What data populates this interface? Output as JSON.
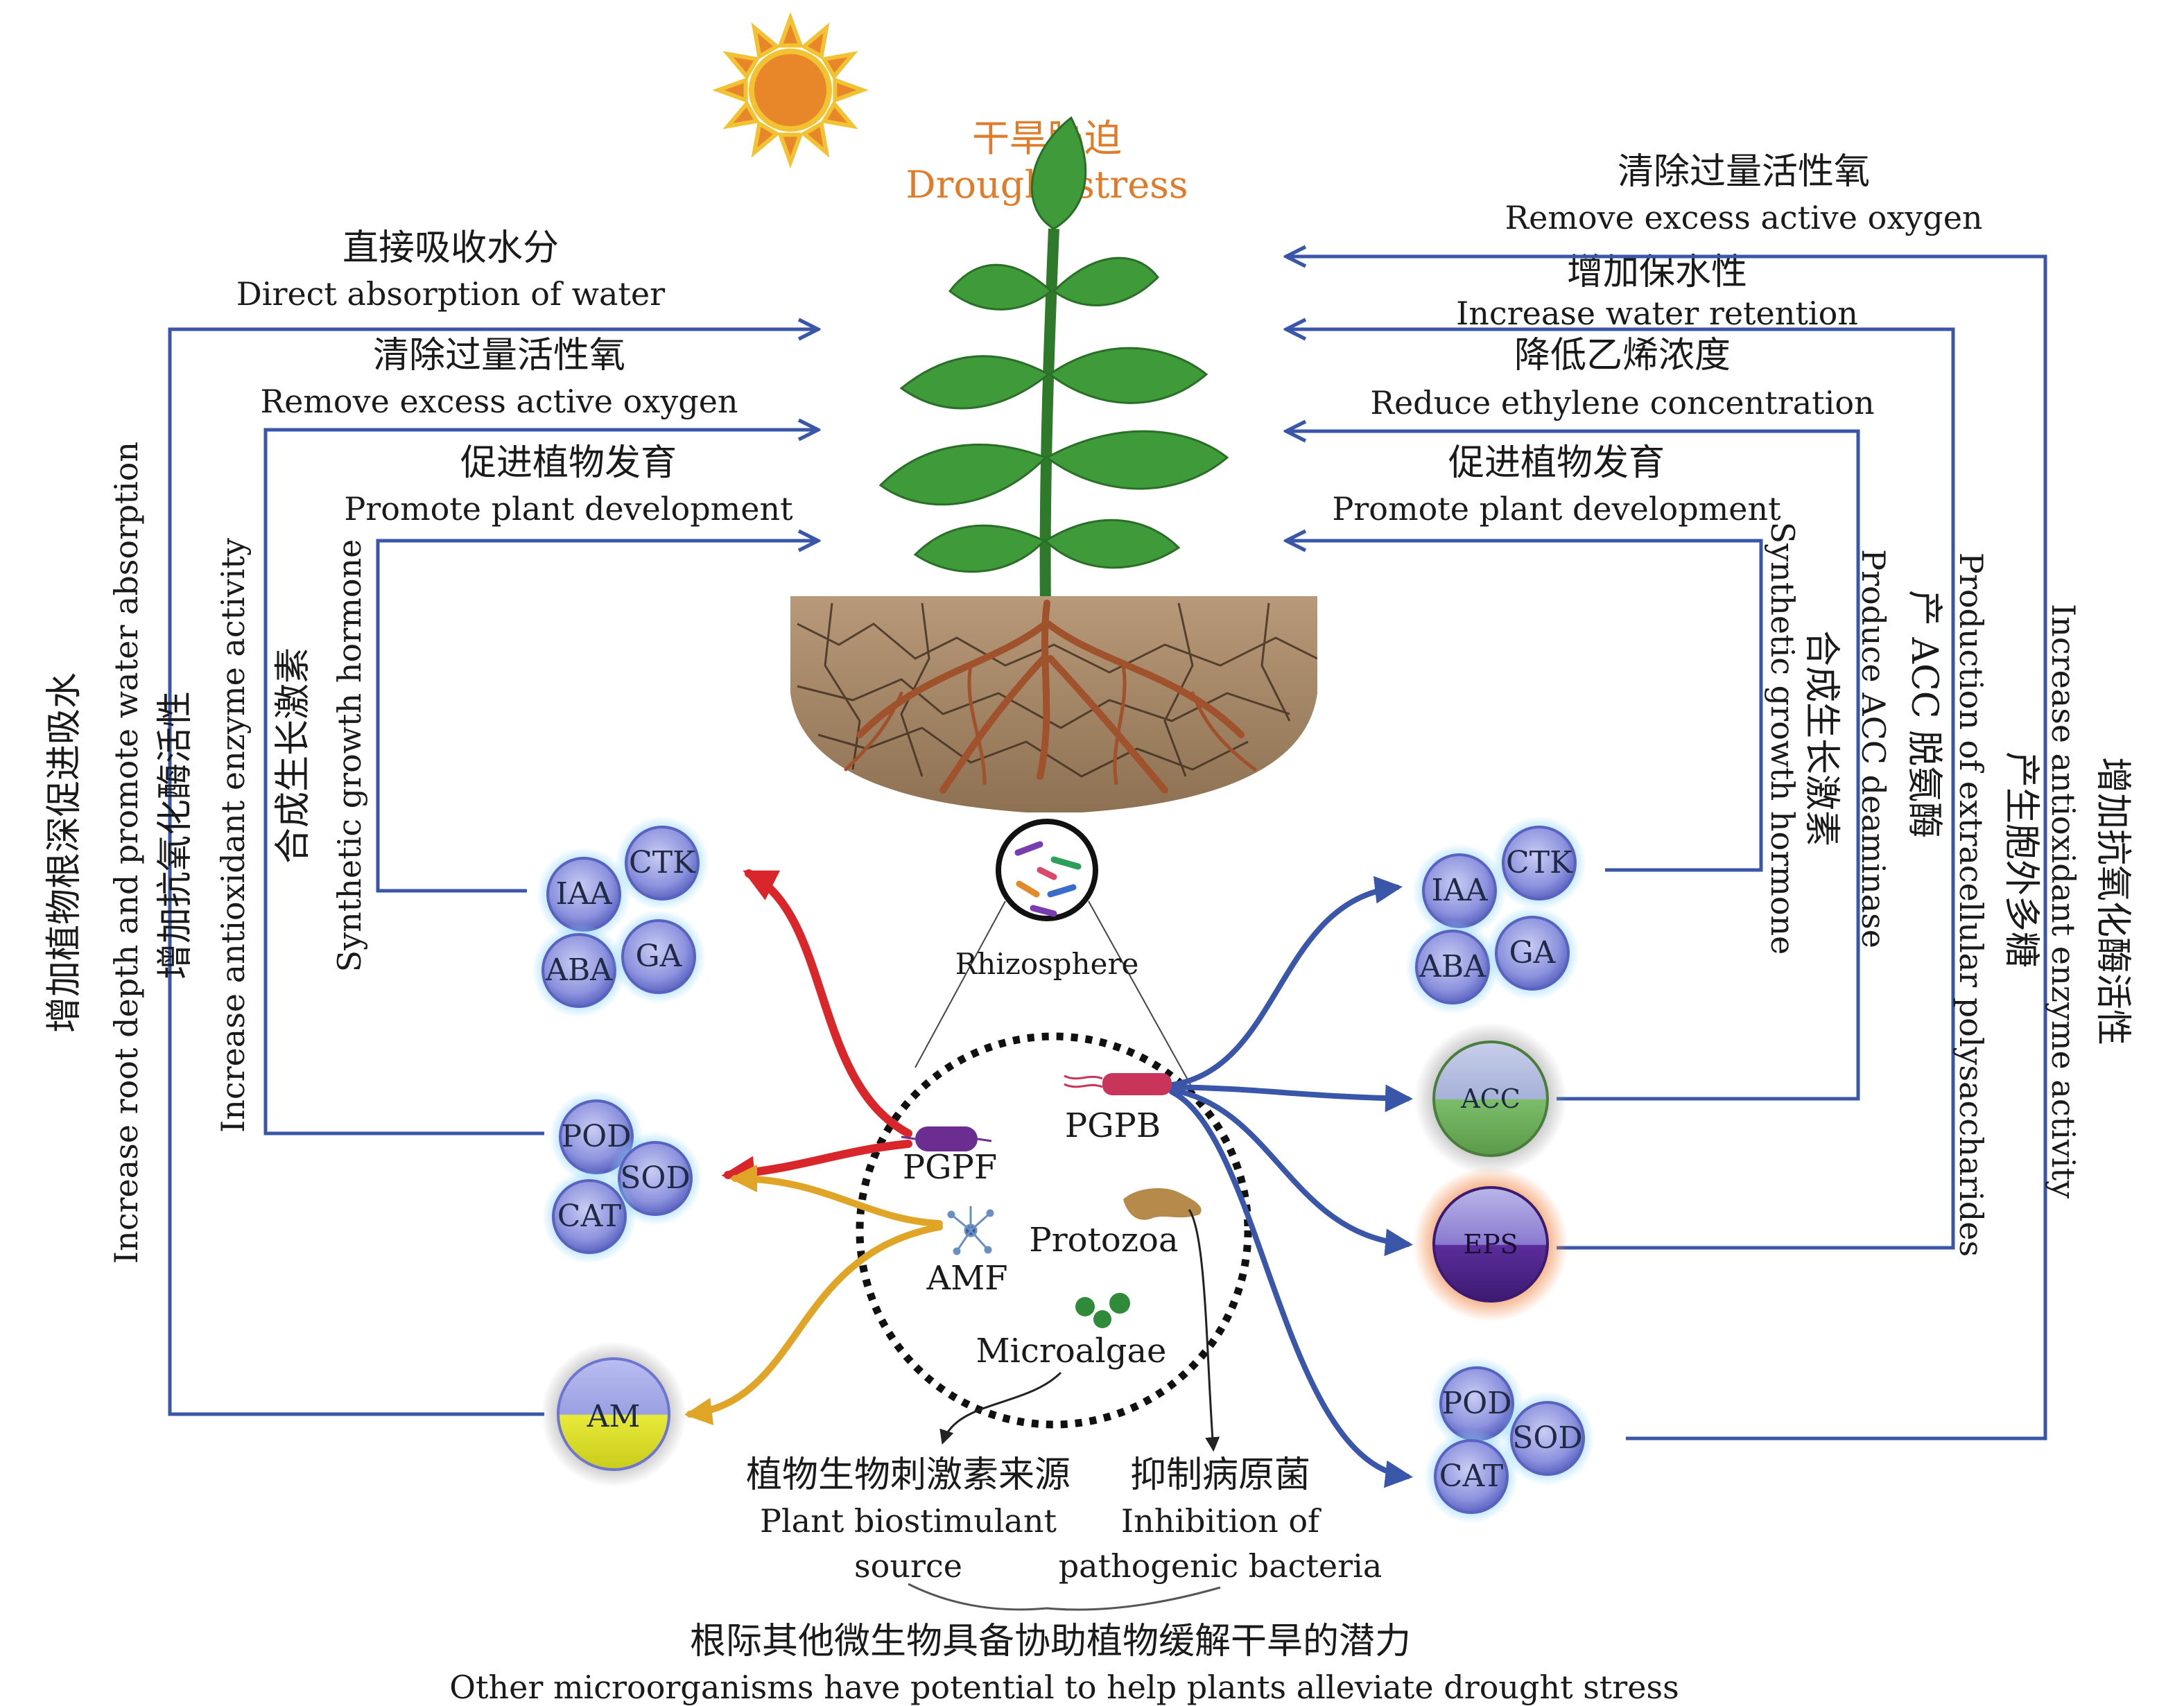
{
  "title": {
    "zh": "干旱胁迫",
    "en": "Drought stress"
  },
  "left_labels": {
    "water": {
      "zh": "直接吸收水分",
      "en": "Direct absorption of water"
    },
    "oxygen": {
      "zh": "清除过量活性氧",
      "en": "Remove excess active oxygen"
    },
    "develop": {
      "zh": "促进植物发育",
      "en": "Promote plant development"
    }
  },
  "right_labels": {
    "oxygen": {
      "zh": "清除过量活性氧",
      "en": "Remove excess active oxygen"
    },
    "retention": {
      "zh": "增加保水性",
      "en": "Increase water retention"
    },
    "ethylene": {
      "zh": "降低乙烯浓度",
      "en": "Reduce ethylene concentration"
    },
    "develop": {
      "zh": "促进植物发育",
      "en": "Promote plant development"
    }
  },
  "left_vertical": {
    "root": {
      "zh": "增加植物根深促进吸水",
      "en": "Increase root depth and promote water absorption"
    },
    "enzyme": {
      "zh": "增加抗氧化酶活性",
      "en": "Increase antioxidant enzyme activity"
    },
    "hormone": {
      "zh": "合成生长激素",
      "en": "Synthetic growth hormone"
    }
  },
  "right_vertical": {
    "hormone": {
      "zh": "合成生长激素",
      "en": "Synthetic growth hormone"
    },
    "acc": {
      "zh": "产 ACC 脱氨酶",
      "en": "Produce ACC deaminase"
    },
    "eps": {
      "zh": "产生胞外多糖",
      "en": "Production of extracellular polysaccharides"
    },
    "enzyme": {
      "zh": "增加抗氧化酶活性",
      "en": "Increase antioxidant enzyme activity"
    }
  },
  "bubbles": {
    "hormones": [
      "IAA",
      "CTK",
      "ABA",
      "GA"
    ],
    "enzymes": [
      "POD",
      "SOD",
      "CAT"
    ],
    "acc": "ACC",
    "eps": "EPS",
    "am": "AM"
  },
  "rhizosphere": "Rhizosphere",
  "organisms": {
    "pgpf": "PGPF",
    "pgpb": "PGPB",
    "amf": "AMF",
    "protozoa": "Protozoa",
    "microalgae": "Microalgae"
  },
  "bottom": {
    "biostim": {
      "zh": "植物生物刺激素来源",
      "en1": "Plant biostimulant",
      "en2": "source"
    },
    "inhibit": {
      "zh": "抑制病原菌",
      "en1": "Inhibition of",
      "en2": "pathogenic bacteria"
    },
    "summary": {
      "zh": "根际其他微生物具备协助植物缓解干旱的潜力",
      "en": "Other microorganisms have potential to help plants alleviate drought stress"
    }
  },
  "colors": {
    "accent_orange": "#e07b2a",
    "blue_line": "#3a56a8",
    "red_arrow": "#d9262b",
    "yellow_arrow": "#e0a526",
    "bubble_blue": "#7f88d6",
    "acc_green": "#6fae5a",
    "eps_purple": "#5a2d9a",
    "am_yellow": "#d6d92a"
  },
  "icons": [
    "sun-icon",
    "plant-icon",
    "soil-icon",
    "bacterium-icon",
    "fungus-icon",
    "protozoa-icon",
    "algae-icon"
  ]
}
